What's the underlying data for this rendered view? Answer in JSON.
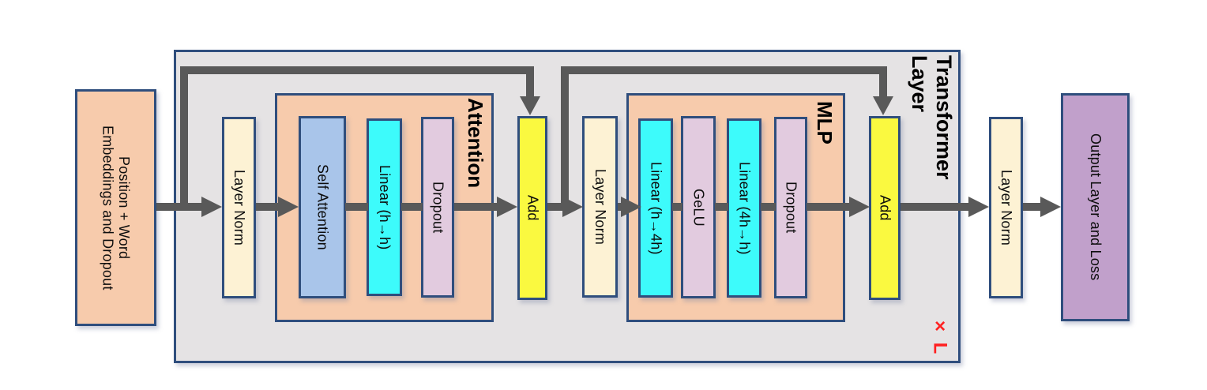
{
  "labels": {
    "embeddings": "Position + Word\nEmbeddings and Dropout",
    "layer_norm_1": "Layer Norm",
    "attention_group": "Attention",
    "self_attention": "Self Attention",
    "linear_h_h": "Linear (h→h)",
    "dropout_1": "Dropout",
    "add_1": "Add",
    "layer_norm_2": "Layer Norm",
    "mlp_group": "MLP",
    "linear_h_4h": "Linear (h→4h)",
    "gelu": "GeLU",
    "linear_4h_h": "Linear (4h→h)",
    "dropout_2": "Dropout",
    "add_2": "Add",
    "transformer_layer": "Transformer\nLayer",
    "repeat_count": "× L",
    "layer_norm_3": "Layer Norm",
    "output": "Output Layer and Loss"
  },
  "colors": {
    "peach": "#F7CBAC",
    "cream": "#FDF2D4",
    "blue": "#A9C5EA",
    "cyan": "#3DFBFB",
    "pink": "#E2CBDF",
    "yellow": "#FAF940",
    "purple": "#C1A0CB",
    "gray_bg": "#E5E3E4",
    "border": "#2F4E7D",
    "arrow": "#595959",
    "red": "#FF2020"
  }
}
